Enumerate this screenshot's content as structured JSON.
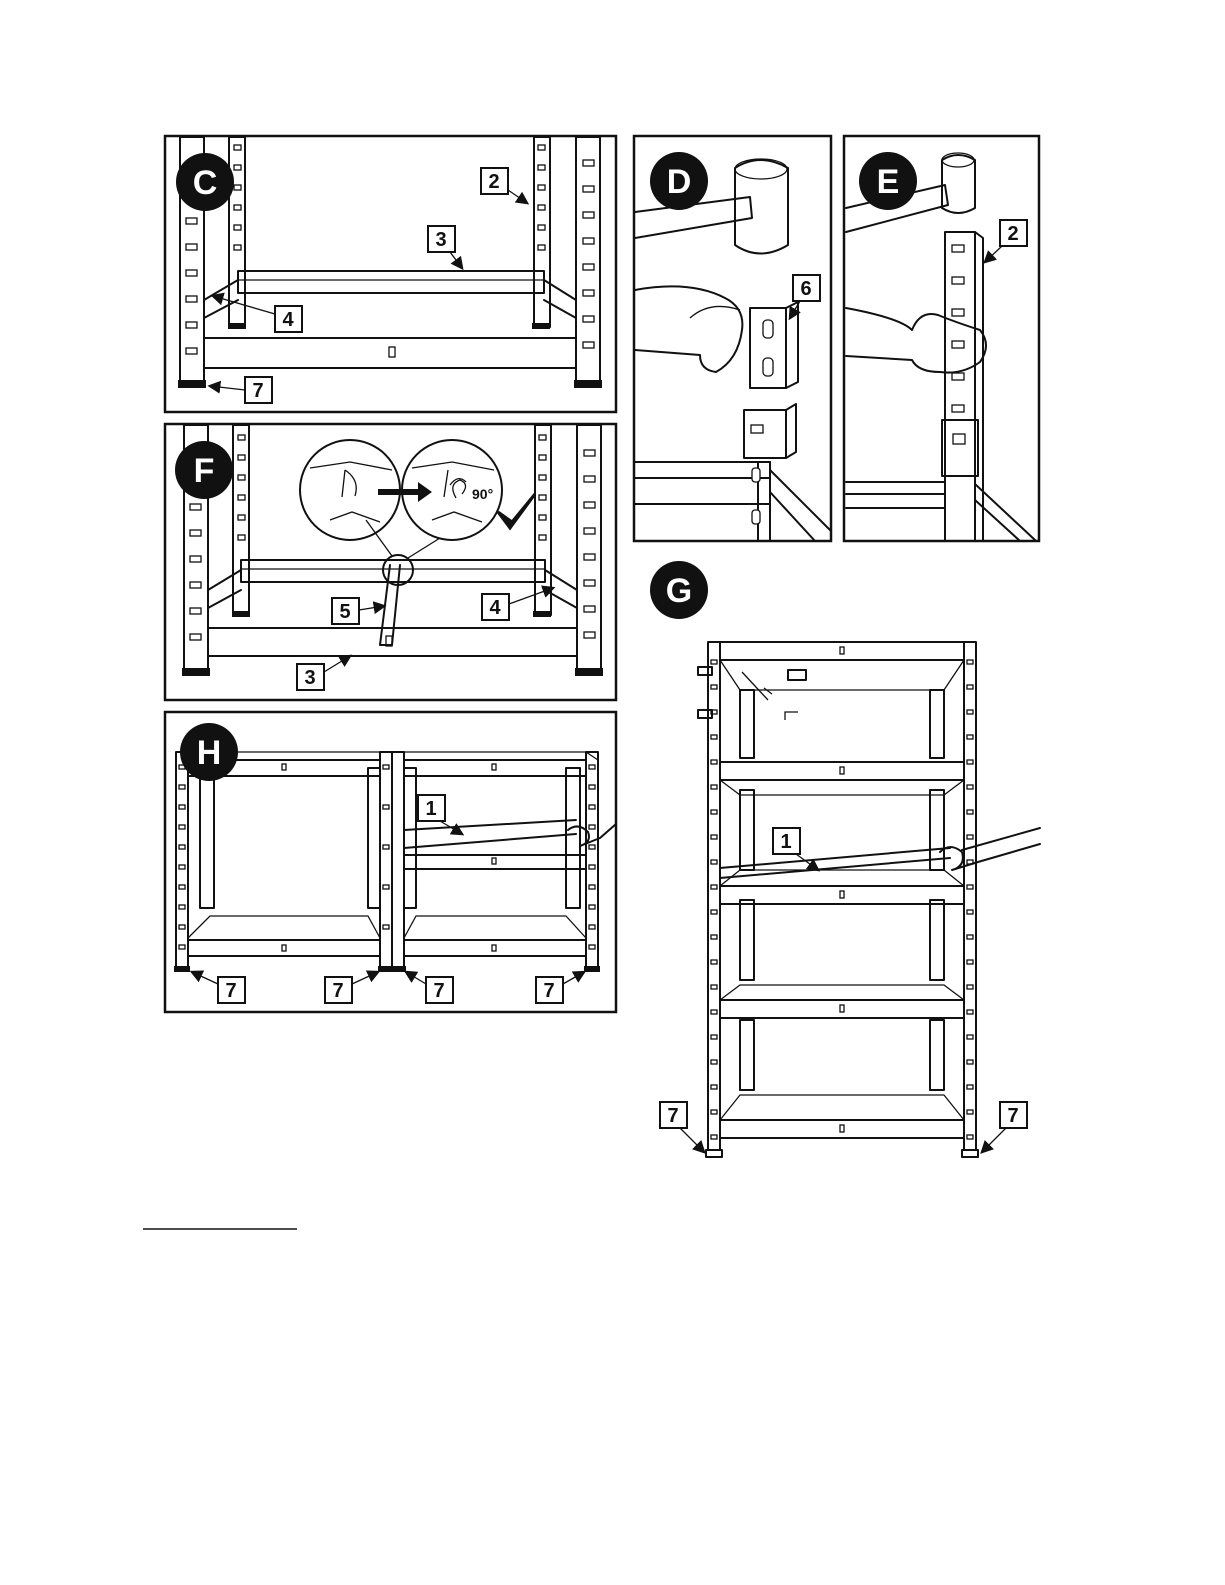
{
  "steps": {
    "c": "C",
    "d": "D",
    "e": "E",
    "f": "F",
    "g": "G",
    "h": "H"
  },
  "part_labels": {
    "c_2": "2",
    "c_3": "3",
    "c_4": "4",
    "c_7": "7",
    "d_6": "6",
    "e_2": "2",
    "f_5": "5",
    "f_4": "4",
    "f_3": "3",
    "f_angle": "90°",
    "h_1": "1",
    "h_7a": "7",
    "h_7b": "7",
    "h_7c": "7",
    "h_7d": "7",
    "g_1": "1",
    "g_7a": "7",
    "g_7b": "7"
  },
  "icons": {
    "check": "checkmark-icon",
    "arrow": "right-arrow-icon",
    "rotate": "rotate-icon"
  }
}
